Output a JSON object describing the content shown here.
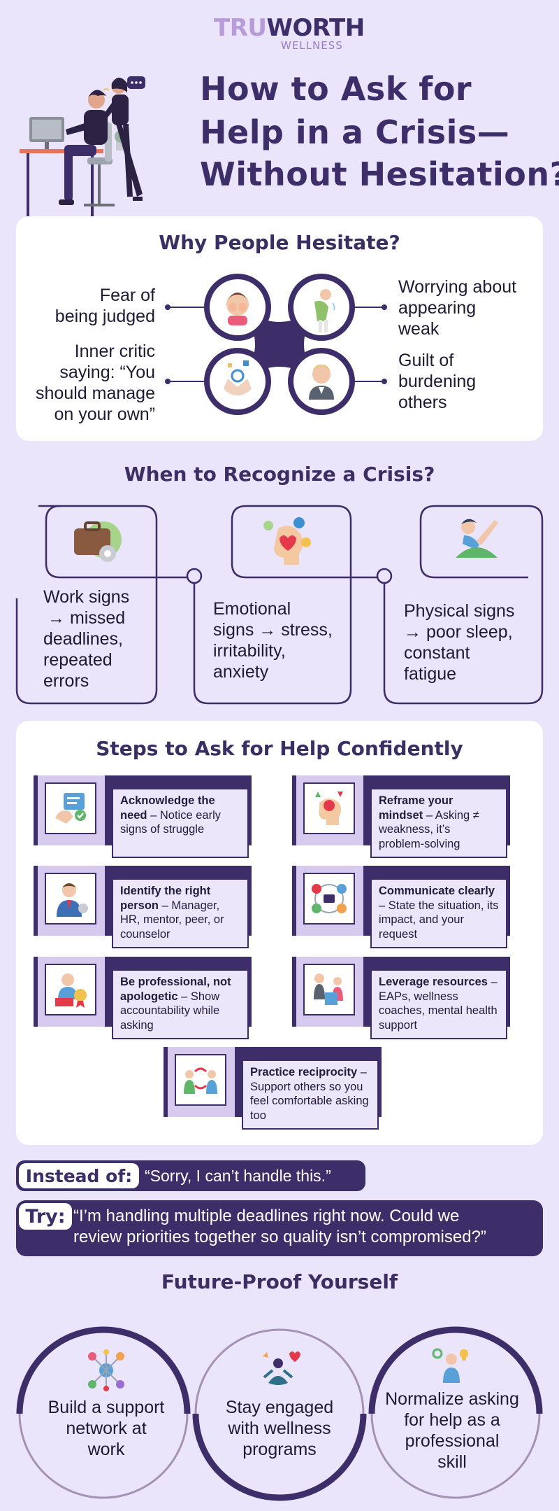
{
  "brand": {
    "name_part1": "TRU",
    "name_part2": "WORTH",
    "sub": "WELLNESS"
  },
  "title": {
    "line1": "How to Ask for",
    "line2": "Help in a Crisis—",
    "line3": "Without Hesitation?"
  },
  "colors": {
    "primary": "#3d2d68",
    "background": "#ebe5fb",
    "card": "#ffffff",
    "accent": "#e95c7a"
  },
  "hesitate": {
    "heading": "Why People Hesitate?",
    "reasons": [
      {
        "l1": "Fear of",
        "l2": "being judged",
        "icon": "embarrassed-face-icon"
      },
      {
        "l1": "Worrying about",
        "l2": "appearing",
        "l3": "weak",
        "icon": "tired-person-icon"
      },
      {
        "l1": "Inner critic",
        "l2": "saying: “You",
        "l3": "should manage",
        "l4": "on your own”",
        "icon": "overwhelmed-hands-icon"
      },
      {
        "l1": "Guilt of",
        "l2": "burdening",
        "l3": "others",
        "icon": "stressed-man-icon"
      }
    ]
  },
  "crisis": {
    "heading": "When to Recognize a Crisis?",
    "signs": [
      {
        "l1": "Work signs",
        "l2": "→ missed",
        "l3": "deadlines,",
        "l4": "repeated",
        "l5": "errors",
        "icon": "briefcase-gear-icon"
      },
      {
        "l1": "Emotional",
        "l2": "signs → stress,",
        "l3": "irritability,",
        "l4": "anxiety",
        "icon": "emotional-head-icon"
      },
      {
        "l1": "Physical signs",
        "l2": "→ poor sleep,",
        "l3": "constant",
        "l4": "fatigue",
        "icon": "stretching-person-icon"
      }
    ]
  },
  "steps": {
    "heading": "Steps to Ask for Help Confidently",
    "items": [
      {
        "bold": "Acknowledge the need",
        "dash": " – ",
        "rest": "Notice early signs of struggle",
        "icon": "checklist-hand-icon"
      },
      {
        "bold": "Reframe your mindset",
        "dash": " – ",
        "rest": "Asking ≠ weakness, it’s problem-solving",
        "icon": "mindset-head-icon"
      },
      {
        "bold": "Identify the right person",
        "dash": " – ",
        "rest": "Manager, HR, mentor, peer, or counselor",
        "icon": "manager-person-icon"
      },
      {
        "bold": "Communicate clearly",
        "dash": " – ",
        "rest": "State the situation, its impact, and your request",
        "icon": "communication-network-icon"
      },
      {
        "bold": "Be professional, not apologetic",
        "dash": " – ",
        "rest": "Show accountability while asking",
        "icon": "professional-award-icon"
      },
      {
        "bold": "Leverage resources",
        "dash": " – ",
        "rest": "EAPs, wellness coaches, mental health support",
        "icon": "resources-people-icon"
      },
      {
        "bold": "Practice reciprocity",
        "dash": " – ",
        "rest": "Support others so you feel comfortable asking too",
        "icon": "reciprocity-people-icon"
      }
    ]
  },
  "instead": {
    "label": "Instead of:",
    "text": "“Sorry, I can’t handle this.”"
  },
  "try": {
    "label": "Try:",
    "line1": "“I’m handling multiple deadlines right now. Could we",
    "line2": "review priorities together so quality isn’t compromised?”"
  },
  "future": {
    "heading": "Future-Proof Yourself",
    "items": [
      {
        "l1": "Build a support",
        "l2": "network at",
        "l3": "work",
        "icon": "support-network-icon"
      },
      {
        "l1": "Stay engaged",
        "l2": "with wellness",
        "l3": "programs",
        "icon": "meditation-heart-icon"
      },
      {
        "l1": "Normalize asking",
        "l2": "for help as a",
        "l3": "professional",
        "l4": "skill",
        "icon": "professional-idea-icon"
      }
    ]
  }
}
